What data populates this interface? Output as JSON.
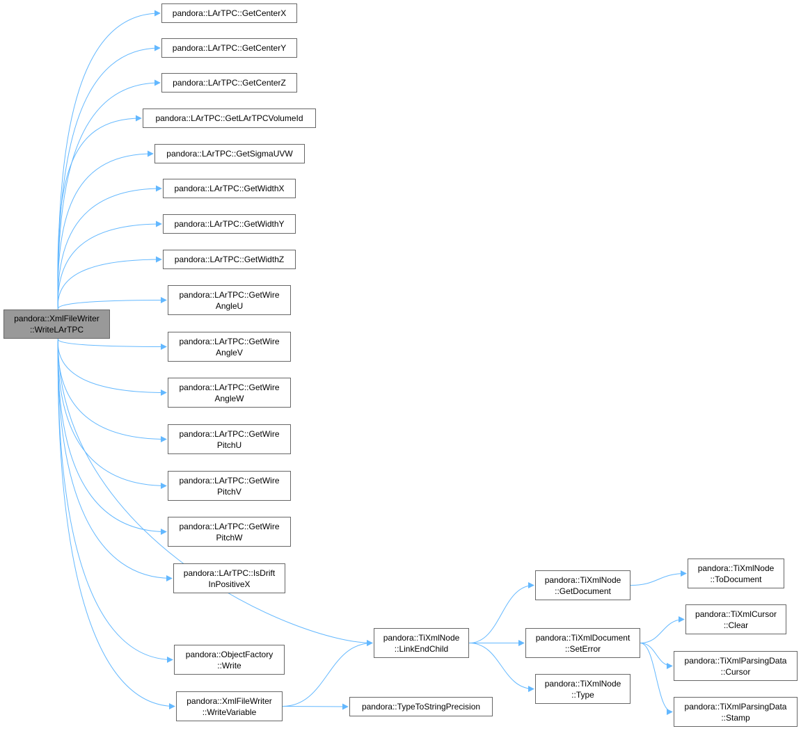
{
  "diagram": {
    "edge_color": "#63b8ff",
    "root_fill": "#999999",
    "nodes": {
      "root": [
        "pandora::XmlFileWriter",
        "::WriteLArTPC"
      ],
      "getCenterX": [
        "pandora::LArTPC::GetCenterX"
      ],
      "getCenterY": [
        "pandora::LArTPC::GetCenterY"
      ],
      "getCenterZ": [
        "pandora::LArTPC::GetCenterZ"
      ],
      "getVolumeId": [
        "pandora::LArTPC::GetLArTPCVolumeId"
      ],
      "getSigmaUVW": [
        "pandora::LArTPC::GetSigmaUVW"
      ],
      "getWidthX": [
        "pandora::LArTPC::GetWidthX"
      ],
      "getWidthY": [
        "pandora::LArTPC::GetWidthY"
      ],
      "getWidthZ": [
        "pandora::LArTPC::GetWidthZ"
      ],
      "angleU": [
        "pandora::LArTPC::GetWire",
        "AngleU"
      ],
      "angleV": [
        "pandora::LArTPC::GetWire",
        "AngleV"
      ],
      "angleW": [
        "pandora::LArTPC::GetWire",
        "AngleW"
      ],
      "pitchU": [
        "pandora::LArTPC::GetWire",
        "PitchU"
      ],
      "pitchV": [
        "pandora::LArTPC::GetWire",
        "PitchV"
      ],
      "pitchW": [
        "pandora::LArTPC::GetWire",
        "PitchW"
      ],
      "isDrift": [
        "pandora::LArTPC::IsDrift",
        "InPositiveX"
      ],
      "linkEndChild": [
        "pandora::TiXmlNode",
        "::LinkEndChild"
      ],
      "objectFactory": [
        "pandora::ObjectFactory",
        "::Write"
      ],
      "writeVariable": [
        "pandora::XmlFileWriter",
        "::WriteVariable"
      ],
      "typeToString": [
        "pandora::TypeToStringPrecision"
      ],
      "getDocument": [
        "pandora::TiXmlNode",
        "::GetDocument"
      ],
      "setError": [
        "pandora::TiXmlDocument",
        "::SetError"
      ],
      "nodeType": [
        "pandora::TiXmlNode",
        "::Type"
      ],
      "toDocument": [
        "pandora::TiXmlNode",
        "::ToDocument"
      ],
      "cursorClear": [
        "pandora::TiXmlCursor",
        "::Clear"
      ],
      "parsingCursor": [
        "pandora::TiXmlParsingData",
        "::Cursor"
      ],
      "parsingStamp": [
        "pandora::TiXmlParsingData",
        "::Stamp"
      ]
    },
    "edges": [
      [
        "root",
        "getCenterX"
      ],
      [
        "root",
        "getCenterY"
      ],
      [
        "root",
        "getCenterZ"
      ],
      [
        "root",
        "getVolumeId"
      ],
      [
        "root",
        "getSigmaUVW"
      ],
      [
        "root",
        "getWidthX"
      ],
      [
        "root",
        "getWidthY"
      ],
      [
        "root",
        "getWidthZ"
      ],
      [
        "root",
        "angleU"
      ],
      [
        "root",
        "angleV"
      ],
      [
        "root",
        "angleW"
      ],
      [
        "root",
        "pitchU"
      ],
      [
        "root",
        "pitchV"
      ],
      [
        "root",
        "pitchW"
      ],
      [
        "root",
        "isDrift"
      ],
      [
        "root",
        "linkEndChild"
      ],
      [
        "root",
        "objectFactory"
      ],
      [
        "root",
        "writeVariable"
      ],
      [
        "writeVariable",
        "linkEndChild"
      ],
      [
        "writeVariable",
        "typeToString"
      ],
      [
        "linkEndChild",
        "getDocument"
      ],
      [
        "linkEndChild",
        "setError"
      ],
      [
        "linkEndChild",
        "nodeType"
      ],
      [
        "getDocument",
        "toDocument"
      ],
      [
        "setError",
        "cursorClear"
      ],
      [
        "setError",
        "parsingCursor"
      ],
      [
        "setError",
        "parsingStamp"
      ]
    ]
  }
}
